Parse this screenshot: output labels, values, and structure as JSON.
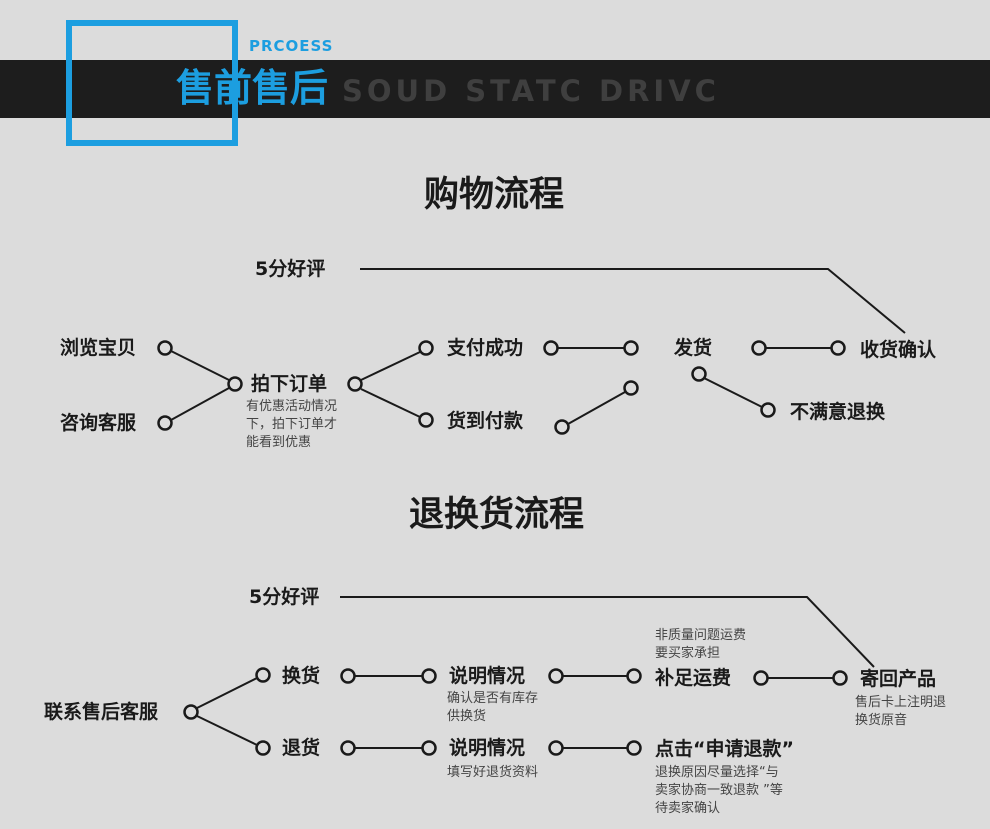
{
  "header": {
    "eyebrow": "PRCOESS",
    "title": "售前售后",
    "subtitle_en": "SOUD STATC DRIVC"
  },
  "shopping": {
    "title": "购物流程",
    "review": "5分好评",
    "browse": "浏览宝贝",
    "consult": "咨询客服",
    "order": "拍下订单",
    "order_note": "有优惠活动情况\n下，拍下订单才\n能看到优惠",
    "pay": "支付成功",
    "cod": "货到付款",
    "ship": "发货",
    "confirm": "收货确认",
    "unsatisfied": "不满意退换"
  },
  "returns": {
    "title": "退换货流程",
    "review": "5分好评",
    "contact": "联系售后客服",
    "exchange": "换货",
    "refund": "退货",
    "explain1": "说明情况",
    "explain1_note": "确认是否有库存\n供换货",
    "explain2": "说明情况",
    "explain2_note": "填写好退货资料",
    "shipping_note": "非质量问题运费\n要买家承担",
    "pay_shipping": "补足运费",
    "click_refund": "点击“申请退款”",
    "click_refund_note": "退换原因尽量选择“与\n卖家协商一致退款 ”等\n待卖家确认",
    "send_back": "寄回产品",
    "send_back_note": "售后卡上注明退\n换货原音"
  }
}
